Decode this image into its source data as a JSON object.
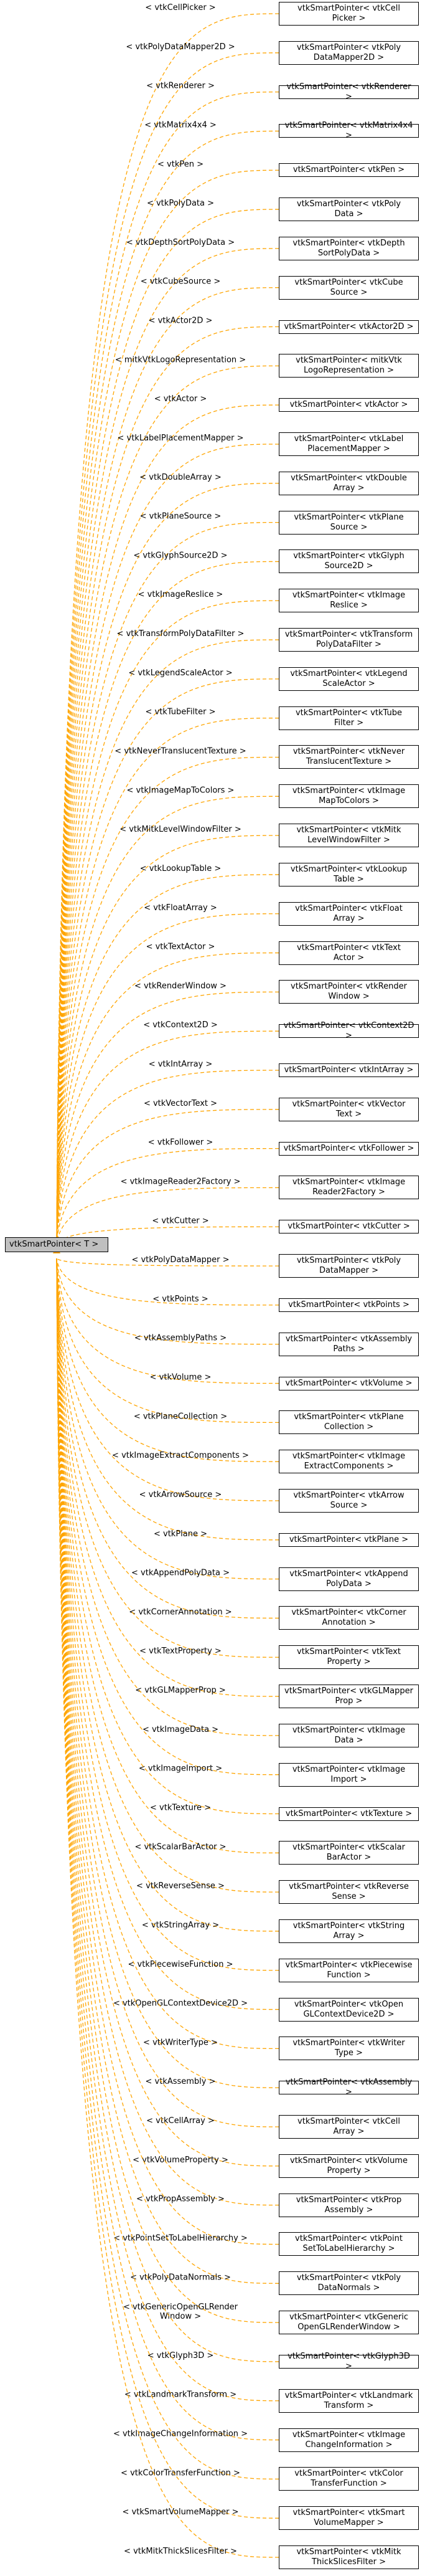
{
  "root": {
    "label": "vtkSmartPointer< T >"
  },
  "nodes": [
    {
      "edge": "< vtkCellPicker >",
      "lines": [
        "vtkSmartPointer< vtkCell",
        "Picker >"
      ]
    },
    {
      "edge": "< vtkPolyDataMapper2D >",
      "lines": [
        "vtkSmartPointer< vtkPoly",
        "DataMapper2D >"
      ]
    },
    {
      "edge": "< vtkRenderer >",
      "lines": [
        "vtkSmartPointer< vtkRenderer >"
      ]
    },
    {
      "edge": "< vtkMatrix4x4 >",
      "lines": [
        "vtkSmartPointer< vtkMatrix4x4 >"
      ]
    },
    {
      "edge": "< vtkPen >",
      "lines": [
        "vtkSmartPointer< vtkPen >"
      ]
    },
    {
      "edge": "< vtkPolyData >",
      "lines": [
        "vtkSmartPointer< vtkPoly",
        "Data >"
      ]
    },
    {
      "edge": "< vtkDepthSortPolyData >",
      "lines": [
        "vtkSmartPointer< vtkDepth",
        "SortPolyData >"
      ]
    },
    {
      "edge": "< vtkCubeSource >",
      "lines": [
        "vtkSmartPointer< vtkCube",
        "Source >"
      ]
    },
    {
      "edge": "< vtkActor2D >",
      "lines": [
        "vtkSmartPointer< vtkActor2D >"
      ]
    },
    {
      "edge": "< mitkVtkLogoRepresentation >",
      "lines": [
        "vtkSmartPointer< mitkVtk",
        "LogoRepresentation >"
      ]
    },
    {
      "edge": "< vtkActor >",
      "lines": [
        "vtkSmartPointer< vtkActor >"
      ]
    },
    {
      "edge": "< vtkLabelPlacementMapper >",
      "lines": [
        "vtkSmartPointer< vtkLabel",
        "PlacementMapper >"
      ]
    },
    {
      "edge": "< vtkDoubleArray >",
      "lines": [
        "vtkSmartPointer< vtkDouble",
        "Array >"
      ]
    },
    {
      "edge": "< vtkPlaneSource >",
      "lines": [
        "vtkSmartPointer< vtkPlane",
        "Source >"
      ]
    },
    {
      "edge": "< vtkGlyphSource2D >",
      "lines": [
        "vtkSmartPointer< vtkGlyph",
        "Source2D >"
      ]
    },
    {
      "edge": "< vtkImageReslice >",
      "lines": [
        "vtkSmartPointer< vtkImage",
        "Reslice >"
      ]
    },
    {
      "edge": "< vtkTransformPolyDataFilter >",
      "lines": [
        "vtkSmartPointer< vtkTransform",
        "PolyDataFilter >"
      ]
    },
    {
      "edge": "< vtkLegendScaleActor >",
      "lines": [
        "vtkSmartPointer< vtkLegend",
        "ScaleActor >"
      ]
    },
    {
      "edge": "< vtkTubeFilter >",
      "lines": [
        "vtkSmartPointer< vtkTube",
        "Filter >"
      ]
    },
    {
      "edge": "< vtkNeverTranslucentTexture >",
      "lines": [
        "vtkSmartPointer< vtkNever",
        "TranslucentTexture >"
      ]
    },
    {
      "edge": "< vtkImageMapToColors >",
      "lines": [
        "vtkSmartPointer< vtkImage",
        "MapToColors >"
      ]
    },
    {
      "edge": "< vtkMitkLevelWindowFilter >",
      "lines": [
        "vtkSmartPointer< vtkMitk",
        "LevelWindowFilter >"
      ]
    },
    {
      "edge": "< vtkLookupTable >",
      "lines": [
        "vtkSmartPointer< vtkLookup",
        "Table >"
      ]
    },
    {
      "edge": "< vtkFloatArray >",
      "lines": [
        "vtkSmartPointer< vtkFloat",
        "Array >"
      ]
    },
    {
      "edge": "< vtkTextActor >",
      "lines": [
        "vtkSmartPointer< vtkText",
        "Actor >"
      ]
    },
    {
      "edge": "< vtkRenderWindow >",
      "lines": [
        "vtkSmartPointer< vtkRender",
        "Window >"
      ]
    },
    {
      "edge": "< vtkContext2D >",
      "lines": [
        "vtkSmartPointer< vtkContext2D >"
      ]
    },
    {
      "edge": "< vtkIntArray >",
      "lines": [
        "vtkSmartPointer< vtkIntArray >"
      ]
    },
    {
      "edge": "< vtkVectorText >",
      "lines": [
        "vtkSmartPointer< vtkVector",
        "Text >"
      ]
    },
    {
      "edge": "< vtkFollower >",
      "lines": [
        "vtkSmartPointer< vtkFollower >"
      ]
    },
    {
      "edge": "< vtkImageReader2Factory >",
      "lines": [
        "vtkSmartPointer< vtkImage",
        "Reader2Factory >"
      ]
    },
    {
      "edge": "< vtkCutter >",
      "lines": [
        "vtkSmartPointer< vtkCutter >"
      ]
    },
    {
      "edge": "< vtkPolyDataMapper >",
      "lines": [
        "vtkSmartPointer< vtkPoly",
        "DataMapper >"
      ]
    },
    {
      "edge": "< vtkPoints >",
      "lines": [
        "vtkSmartPointer< vtkPoints >"
      ]
    },
    {
      "edge": "< vtkAssemblyPaths >",
      "lines": [
        "vtkSmartPointer< vtkAssembly",
        "Paths >"
      ]
    },
    {
      "edge": "< vtkVolume >",
      "lines": [
        "vtkSmartPointer< vtkVolume >"
      ]
    },
    {
      "edge": "< vtkPlaneCollection >",
      "lines": [
        "vtkSmartPointer< vtkPlane",
        "Collection >"
      ]
    },
    {
      "edge": "< vtkImageExtractComponents >",
      "lines": [
        "vtkSmartPointer< vtkImage",
        "ExtractComponents >"
      ]
    },
    {
      "edge": "< vtkArrowSource >",
      "lines": [
        "vtkSmartPointer< vtkArrow",
        "Source >"
      ]
    },
    {
      "edge": "< vtkPlane >",
      "lines": [
        "vtkSmartPointer< vtkPlane >"
      ]
    },
    {
      "edge": "< vtkAppendPolyData >",
      "lines": [
        "vtkSmartPointer< vtkAppend",
        "PolyData >"
      ]
    },
    {
      "edge": "< vtkCornerAnnotation >",
      "lines": [
        "vtkSmartPointer< vtkCorner",
        "Annotation >"
      ]
    },
    {
      "edge": "< vtkTextProperty >",
      "lines": [
        "vtkSmartPointer< vtkText",
        "Property >"
      ]
    },
    {
      "edge": "< vtkGLMapperProp >",
      "lines": [
        "vtkSmartPointer< vtkGLMapper",
        "Prop >"
      ]
    },
    {
      "edge": "< vtkImageData >",
      "lines": [
        "vtkSmartPointer< vtkImage",
        "Data >"
      ]
    },
    {
      "edge": "< vtkImageImport >",
      "lines": [
        "vtkSmartPointer< vtkImage",
        "Import >"
      ]
    },
    {
      "edge": "< vtkTexture >",
      "lines": [
        "vtkSmartPointer< vtkTexture >"
      ]
    },
    {
      "edge": "< vtkScalarBarActor >",
      "lines": [
        "vtkSmartPointer< vtkScalar",
        "BarActor >"
      ]
    },
    {
      "edge": "< vtkReverseSense >",
      "lines": [
        "vtkSmartPointer< vtkReverse",
        "Sense >"
      ]
    },
    {
      "edge": "< vtkStringArray >",
      "lines": [
        "vtkSmartPointer< vtkString",
        "Array >"
      ]
    },
    {
      "edge": "< vtkPiecewiseFunction >",
      "lines": [
        "vtkSmartPointer< vtkPiecewise",
        "Function >"
      ]
    },
    {
      "edge": "< vtkOpenGLContextDevice2D >",
      "lines": [
        "vtkSmartPointer< vtkOpen",
        "GLContextDevice2D >"
      ]
    },
    {
      "edge": "< vtkWriterType >",
      "lines": [
        "vtkSmartPointer< vtkWriter",
        "Type >"
      ]
    },
    {
      "edge": "< vtkAssembly >",
      "lines": [
        "vtkSmartPointer< vtkAssembly >"
      ]
    },
    {
      "edge": "< vtkCellArray >",
      "lines": [
        "vtkSmartPointer< vtkCell",
        "Array >"
      ]
    },
    {
      "edge": "< vtkVolumeProperty >",
      "lines": [
        "vtkSmartPointer< vtkVolume",
        "Property >"
      ]
    },
    {
      "edge": "< vtkPropAssembly >",
      "lines": [
        "vtkSmartPointer< vtkProp",
        "Assembly >"
      ]
    },
    {
      "edge": "< vtkPointSetToLabelHierarchy >",
      "lines": [
        "vtkSmartPointer< vtkPoint",
        "SetToLabelHierarchy >"
      ]
    },
    {
      "edge": "< vtkPolyDataNormals >",
      "lines": [
        "vtkSmartPointer< vtkPoly",
        "DataNormals >"
      ]
    },
    {
      "edge": "< vtkGenericOpenGLRender\nWindow >",
      "lines": [
        "vtkSmartPointer< vtkGeneric",
        "OpenGLRenderWindow >"
      ]
    },
    {
      "edge": "< vtkGlyph3D >",
      "lines": [
        "vtkSmartPointer< vtkGlyph3D >"
      ]
    },
    {
      "edge": "< vtkLandmarkTransform >",
      "lines": [
        "vtkSmartPointer< vtkLandmark",
        "Transform >"
      ]
    },
    {
      "edge": "< vtkImageChangeInformation >",
      "lines": [
        "vtkSmartPointer< vtkImage",
        "ChangeInformation >"
      ]
    },
    {
      "edge": "< vtkColorTransferFunction >",
      "lines": [
        "vtkSmartPointer< vtkColor",
        "TransferFunction >"
      ]
    },
    {
      "edge": "< vtkSmartVolumeMapper >",
      "lines": [
        "vtkSmartPointer< vtkSmart",
        "VolumeMapper >"
      ]
    },
    {
      "edge": "< vtkMitkThickSlicesFilter >",
      "lines": [
        "vtkSmartPointer< vtkMitk",
        "ThickSlicesFilter >"
      ]
    }
  ]
}
